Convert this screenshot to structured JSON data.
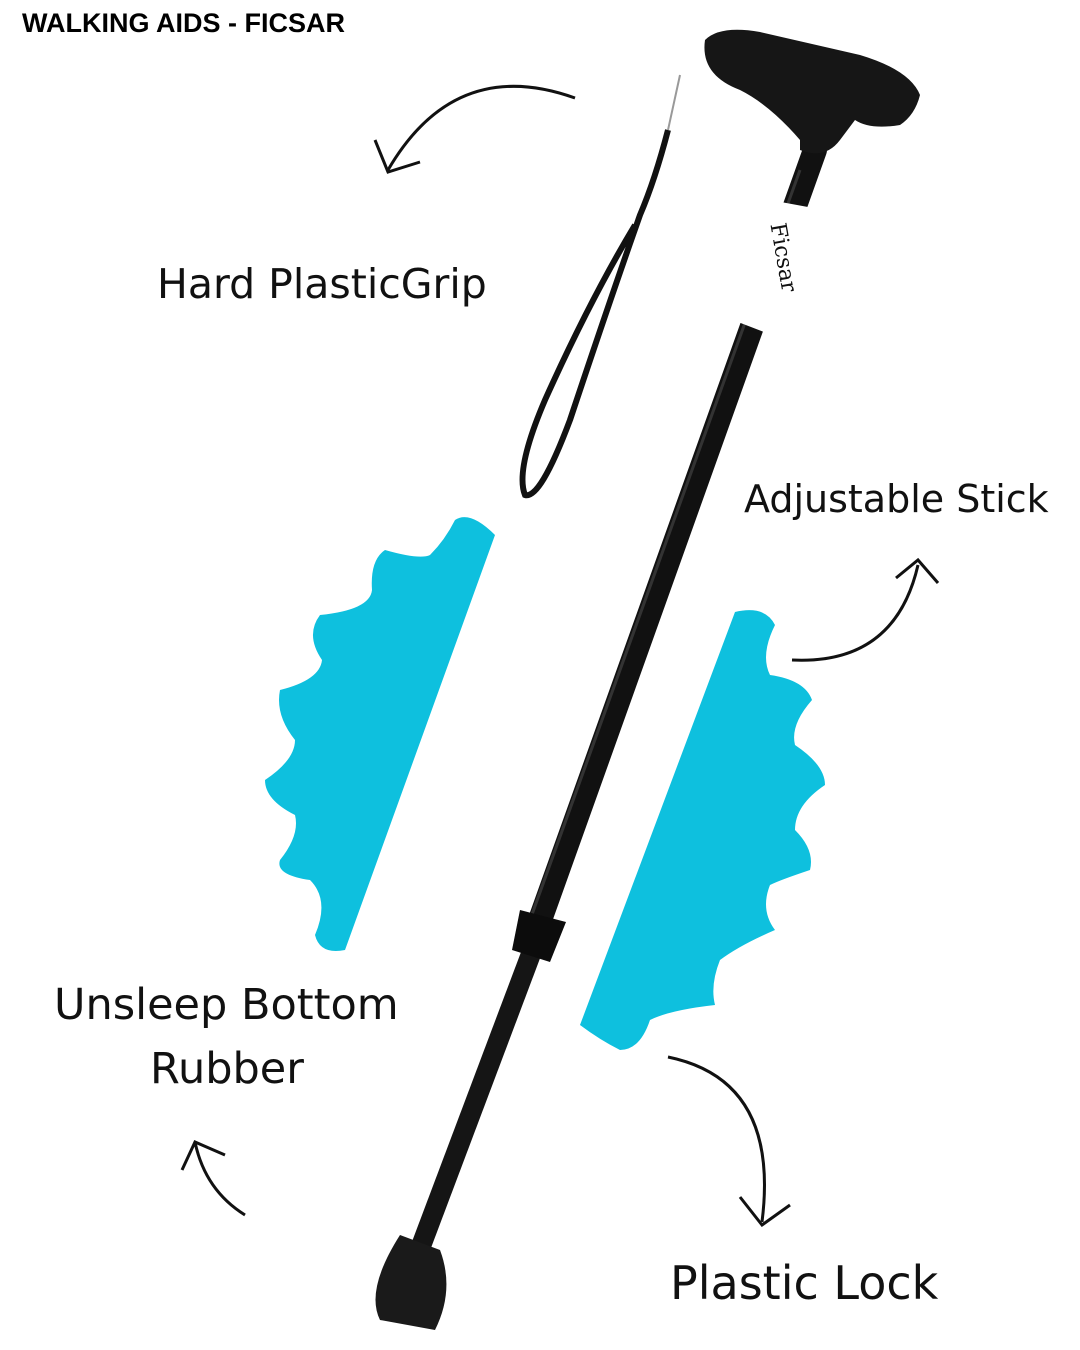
{
  "title": "WALKING AIDS - FICSAR",
  "brand": "Ficsar",
  "labels": {
    "grip": "Hard PlasticGrip",
    "adjustable": "Adjustable Stick",
    "bottom_line1": "Unsleep Bottom",
    "bottom_line2": "Rubber",
    "lock": "Plastic Lock"
  },
  "colors": {
    "accent": "#0EC0DE",
    "cane": "#111111",
    "brand_red": "#E02020"
  }
}
